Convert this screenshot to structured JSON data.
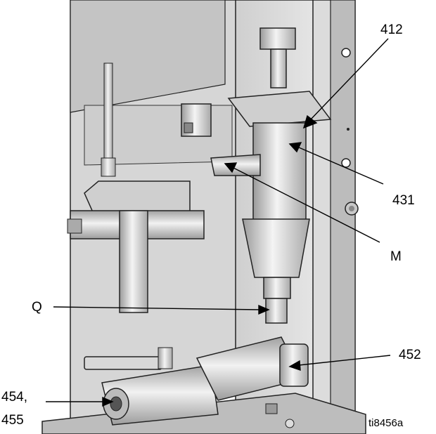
{
  "callouts": {
    "c412": "412",
    "c431": "431",
    "cM": "M",
    "cQ": "Q",
    "c452": "452",
    "c454a": "454,",
    "c454b": "455"
  },
  "figure_id": "ti8456a"
}
